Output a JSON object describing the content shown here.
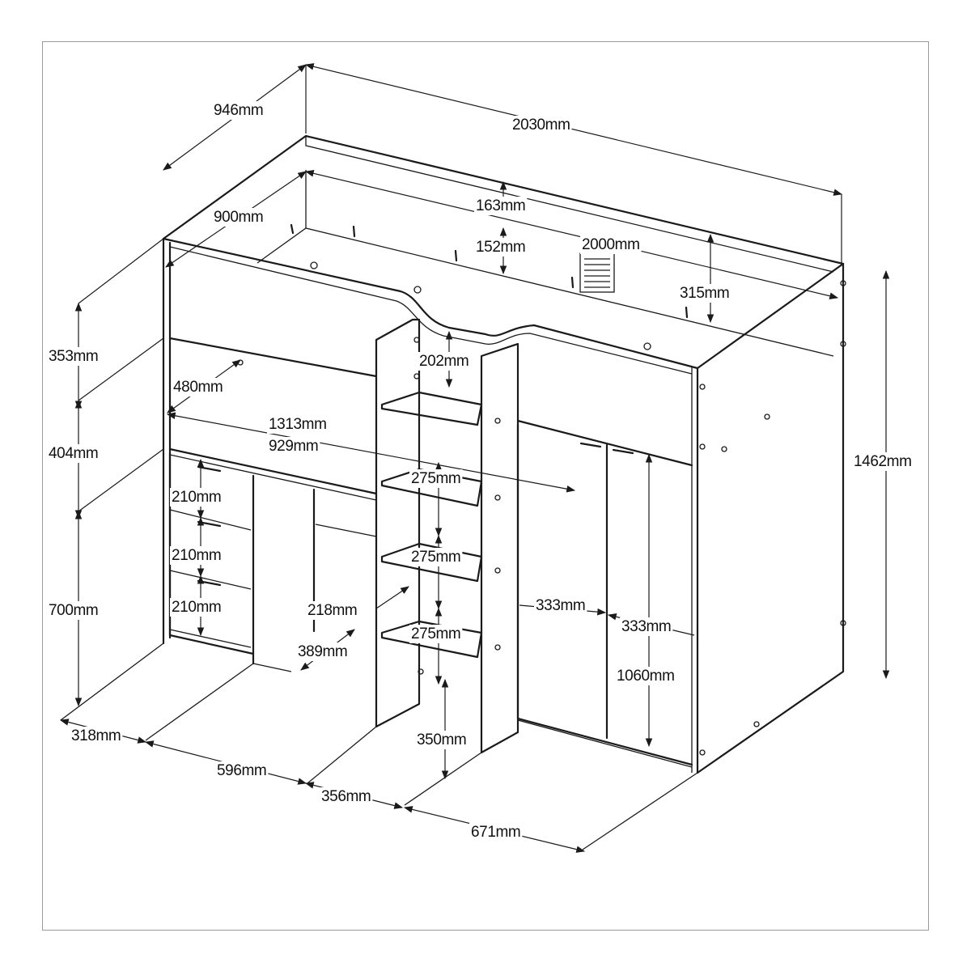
{
  "dimensions": {
    "overall_depth": "946mm",
    "overall_length": "2030mm",
    "overall_height": "1462mm",
    "mattress_width": "900mm",
    "mattress_length": "2000mm",
    "guard_top": "163mm",
    "guard_mid": "152mm",
    "guard_end": "315mm",
    "upper_rail": "353mm",
    "desk_top": "404mm",
    "desk_depth": "480mm",
    "desk_length_outer": "1313mm",
    "desk_length_inner": "929mm",
    "ladder_gap": "202mm",
    "step_1": "275mm",
    "step_2": "275mm",
    "step_3": "275mm",
    "drawer_1": "210mm",
    "drawer_2": "210mm",
    "drawer_3": "210mm",
    "shelf_depth": "218mm",
    "bay_depth": "389mm",
    "door_1": "333mm",
    "door_2": "333mm",
    "lower_height": "700mm",
    "wardrobe_height": "1060mm",
    "ladder_base": "350mm",
    "drawer_width": "318mm",
    "desk_width": "596mm",
    "ladder_width": "356mm",
    "wardrobe_width": "671mm"
  }
}
